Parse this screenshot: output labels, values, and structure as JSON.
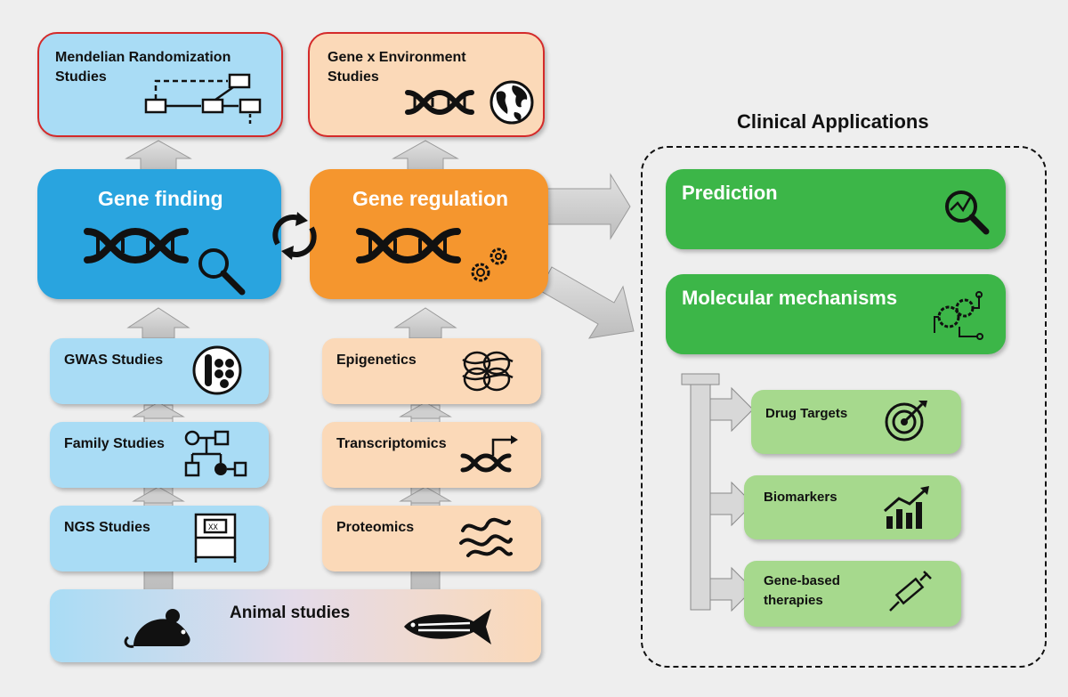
{
  "top_boxes": {
    "mendelian": "Mendelian Randomization\nStudies",
    "gxe": "Gene x Environment\nStudies"
  },
  "core": {
    "gene_finding": "Gene finding",
    "gene_regulation": "Gene regulation"
  },
  "left_column": [
    "GWAS Studies",
    "Family Studies",
    "NGS Studies"
  ],
  "right_column": [
    "Epigenetics",
    "Transcriptomics",
    "Proteomics"
  ],
  "animal": "Animal studies",
  "clinical": {
    "title": "Clinical Applications",
    "prediction": "Prediction",
    "molecular": "Molecular mechanisms",
    "subitems": [
      "Drug Targets",
      "Biomarkers",
      "Gene-based\ntherapies"
    ]
  },
  "colors": {
    "blue_dark": "#29a4df",
    "orange": "#f5962e",
    "green": "#3cb648",
    "light_green": "#a6d98d",
    "light_blue": "#a9dcf5",
    "peach": "#fbd9b8",
    "red_border": "#d42a2a"
  },
  "icons": [
    "flowchart-icon",
    "dna-icon",
    "globe-icon",
    "magnifier-icon",
    "gears-icon",
    "cycle-arrows-icon",
    "chromosome-icon",
    "pedigree-icon",
    "sequencer-icon",
    "nucleosome-icon",
    "transcription-icon",
    "protein-icon",
    "mouse-icon",
    "zebrafish-icon",
    "search-chart-icon",
    "network-gears-icon",
    "target-icon",
    "bar-chart-icon",
    "syringe-icon"
  ]
}
